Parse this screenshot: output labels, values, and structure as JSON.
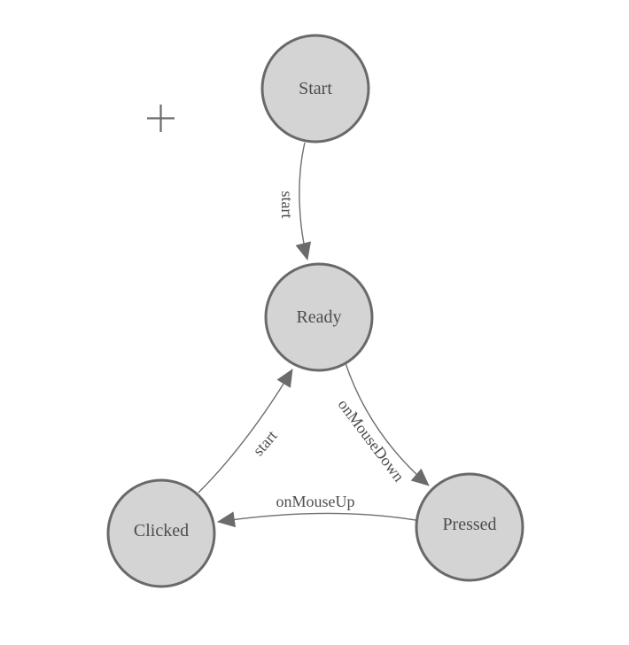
{
  "canvas": {
    "background": "#ffffff",
    "node_fill": "#d4d4d4",
    "node_border": "#696969",
    "edge_color": "#6e6e6e",
    "arrow_color": "#6b6b6b",
    "text_color": "#4d4d4f"
  },
  "origin_marker": {
    "type": "plus"
  },
  "nodes": [
    {
      "id": "start",
      "label": "Start"
    },
    {
      "id": "ready",
      "label": "Ready"
    },
    {
      "id": "clicked",
      "label": "Clicked"
    },
    {
      "id": "pressed",
      "label": "Pressed"
    }
  ],
  "edges": [
    {
      "from": "start",
      "to": "ready",
      "label": "start"
    },
    {
      "from": "ready",
      "to": "pressed",
      "label": "onMouseDown"
    },
    {
      "from": "pressed",
      "to": "clicked",
      "label": "onMouseUp"
    },
    {
      "from": "clicked",
      "to": "ready",
      "label": "start"
    }
  ]
}
